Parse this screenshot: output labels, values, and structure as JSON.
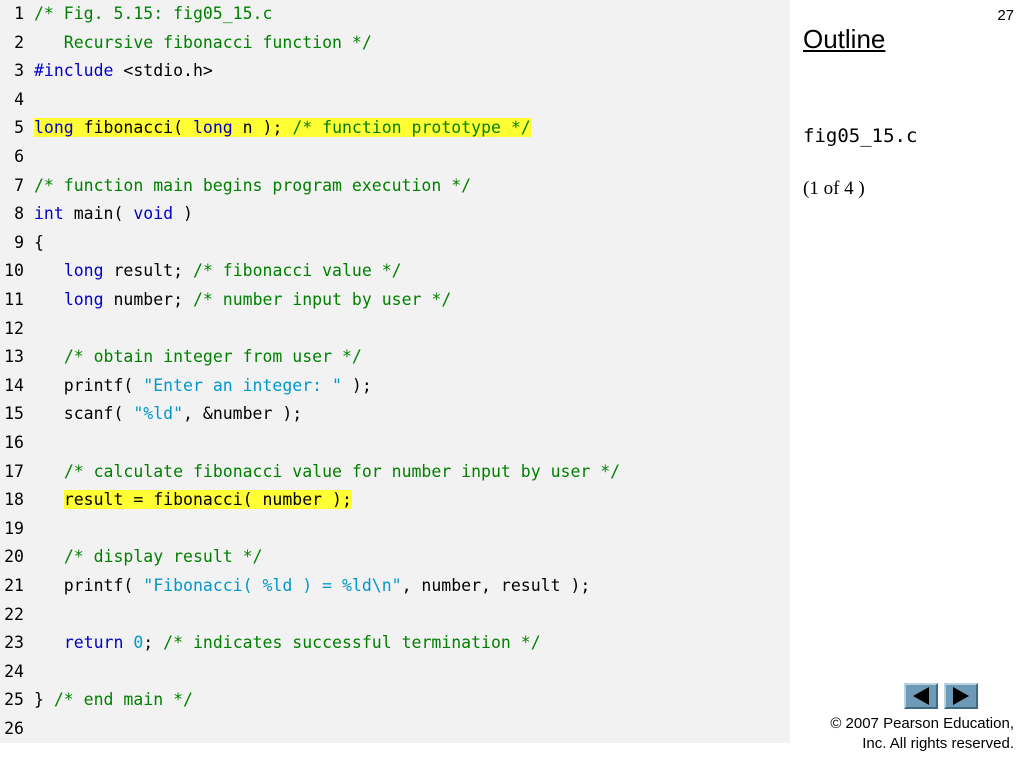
{
  "slide": {
    "page_number": "27",
    "outline_title": "Outline",
    "file_name": "fig05_15.c",
    "page_of": "(1 of 4 )",
    "copyright_line1": "© 2007 Pearson Education,",
    "copyright_line2": "Inc.  All rights reserved."
  },
  "nav": {
    "prev_icon": "left-triangle-icon",
    "next_icon": "right-triangle-icon",
    "button_color": "#6d9ab6"
  },
  "colors": {
    "keyword": "#0000cc",
    "comment": "#008000",
    "string": "#0099cc",
    "highlight": "#ffff33",
    "code_background": "#f2f2f2"
  },
  "code": [
    {
      "n": "1",
      "hl": false,
      "tokens": [
        [
          "cm",
          "/* Fig. 5.15: fig05_15.c"
        ]
      ]
    },
    {
      "n": "2",
      "hl": false,
      "tokens": [
        [
          "cm",
          "   Recursive fibonacci function */"
        ]
      ]
    },
    {
      "n": "3",
      "hl": false,
      "tokens": [
        [
          "kw",
          "#include"
        ],
        [
          "pl",
          " <stdio.h>"
        ]
      ]
    },
    {
      "n": "4",
      "hl": false,
      "tokens": []
    },
    {
      "n": "5",
      "hl": true,
      "tokens": [
        [
          "kw",
          "long"
        ],
        [
          "pl",
          " fibonacci( "
        ],
        [
          "kw",
          "long"
        ],
        [
          "pl",
          " n ); "
        ],
        [
          "cm",
          "/* function prototype */"
        ]
      ]
    },
    {
      "n": "6",
      "hl": false,
      "tokens": []
    },
    {
      "n": "7",
      "hl": false,
      "tokens": [
        [
          "cm",
          "/* function main begins program execution */"
        ]
      ]
    },
    {
      "n": "8",
      "hl": false,
      "tokens": [
        [
          "kw",
          "int"
        ],
        [
          "pl",
          " main( "
        ],
        [
          "kw",
          "void"
        ],
        [
          "pl",
          " )"
        ]
      ]
    },
    {
      "n": "9",
      "hl": false,
      "tokens": [
        [
          "pl",
          "{"
        ]
      ]
    },
    {
      "n": "10",
      "hl": false,
      "tokens": [
        [
          "pl",
          "   "
        ],
        [
          "kw",
          "long"
        ],
        [
          "pl",
          " result; "
        ],
        [
          "cm",
          "/* fibonacci value */"
        ]
      ]
    },
    {
      "n": "11",
      "hl": false,
      "tokens": [
        [
          "pl",
          "   "
        ],
        [
          "kw",
          "long"
        ],
        [
          "pl",
          " number; "
        ],
        [
          "cm",
          "/* number input by user */"
        ]
      ]
    },
    {
      "n": "12",
      "hl": false,
      "tokens": []
    },
    {
      "n": "13",
      "hl": false,
      "tokens": [
        [
          "pl",
          "   "
        ],
        [
          "cm",
          "/* obtain integer from user */"
        ]
      ]
    },
    {
      "n": "14",
      "hl": false,
      "tokens": [
        [
          "pl",
          "   printf( "
        ],
        [
          "st",
          "\"Enter an integer: \""
        ],
        [
          "pl",
          " );"
        ]
      ]
    },
    {
      "n": "15",
      "hl": false,
      "tokens": [
        [
          "pl",
          "   scanf( "
        ],
        [
          "st",
          "\"%ld\""
        ],
        [
          "pl",
          ", &number );"
        ]
      ]
    },
    {
      "n": "16",
      "hl": false,
      "tokens": []
    },
    {
      "n": "17",
      "hl": false,
      "tokens": [
        [
          "pl",
          "   "
        ],
        [
          "cm",
          "/* calculate fibonacci value for number input by user */"
        ]
      ]
    },
    {
      "n": "18",
      "hl": true,
      "tokens": [
        [
          "pl",
          "   "
        ],
        [
          "pl",
          "result = fibonacci( number );",
          "hl"
        ]
      ]
    },
    {
      "n": "19",
      "hl": false,
      "tokens": []
    },
    {
      "n": "20",
      "hl": false,
      "tokens": [
        [
          "pl",
          "   "
        ],
        [
          "cm",
          "/* display result */"
        ]
      ]
    },
    {
      "n": "21",
      "hl": false,
      "tokens": [
        [
          "pl",
          "   printf( "
        ],
        [
          "st",
          "\"Fibonacci( %ld ) = %ld\\n\""
        ],
        [
          "pl",
          ", number, result );"
        ]
      ]
    },
    {
      "n": "22",
      "hl": false,
      "tokens": []
    },
    {
      "n": "23",
      "hl": false,
      "tokens": [
        [
          "pl",
          "   "
        ],
        [
          "kw",
          "return"
        ],
        [
          "pl",
          " "
        ],
        [
          "num",
          "0"
        ],
        [
          "pl",
          "; "
        ],
        [
          "cm",
          "/* indicates successful termination */"
        ]
      ]
    },
    {
      "n": "24",
      "hl": false,
      "tokens": []
    },
    {
      "n": "25",
      "hl": false,
      "tokens": [
        [
          "pl",
          "} "
        ],
        [
          "cm",
          "/* end main */"
        ]
      ]
    },
    {
      "n": "26",
      "hl": false,
      "tokens": []
    }
  ]
}
